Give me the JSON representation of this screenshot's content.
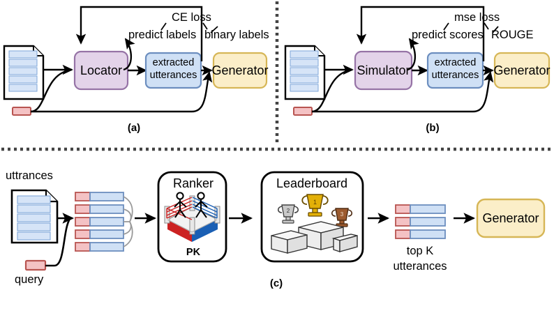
{
  "figure": {
    "type": "diagram",
    "panels": [
      "a",
      "b",
      "c"
    ]
  },
  "colors": {
    "purple_fill": "#e3d3e9",
    "purple_stroke": "#9673a6",
    "blue_fill": "#cfe0f5",
    "blue_stroke": "#6c8ebf",
    "yellow_fill": "#fbeec8",
    "yellow_stroke": "#d6b656",
    "red_fill": "#f4c2c4",
    "red_stroke": "#b85450",
    "doc_row_fill": "#d6e4f7",
    "doc_row_stroke": "#7ea6d8",
    "line": "#000000",
    "divider": "#444444",
    "fan": "#9a9a9a",
    "gold": "#e0a500",
    "silver": "#bdbdbd",
    "bronze": "#9c5a2e",
    "ring_red": "#cc2222",
    "ring_blue": "#1a5fb4"
  },
  "panel_a": {
    "tag": "(a)",
    "doc_icon": "document-icon",
    "query_chip": "query-chip",
    "locator": "Locator",
    "extracted": {
      "line1": "extracted",
      "line2": "utterances"
    },
    "generator": "Generator",
    "predict_labels": "predict labels",
    "binary_labels": "binary labels",
    "loss": "CE loss"
  },
  "panel_b": {
    "tag": "(b)",
    "doc_icon": "document-icon",
    "query_chip": "query-chip",
    "simulator": "Simulator",
    "extracted": {
      "line1": "extracted",
      "line2": "utterances"
    },
    "generator": "Generator",
    "predict_scores": "predict scores",
    "rouge": "ROUGE",
    "loss": "mse loss"
  },
  "panel_c": {
    "tag": "(c)",
    "uttrances_label": "uttrances",
    "query_label": "query",
    "doc_icon": "document-icon",
    "pair_rows": 5,
    "ranker": {
      "title": "Ranker",
      "caption": "PK",
      "icon": "boxing-ring-icon"
    },
    "leaderboard": {
      "title": "Leaderboard",
      "icon": "podium-trophies-icon",
      "trophy_ranks": [
        "2",
        "1",
        "3"
      ]
    },
    "topk": {
      "line1": "top K",
      "line2": "utterances",
      "rows": 3
    },
    "generator": "Generator"
  }
}
